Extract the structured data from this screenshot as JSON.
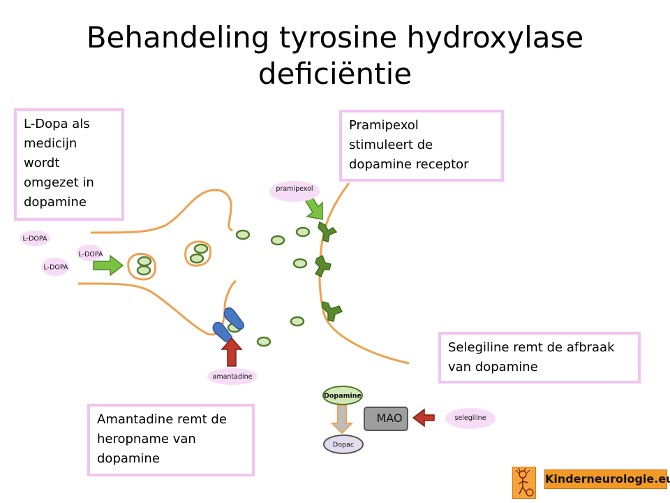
{
  "title": {
    "line1": "Behandeling tyrosine hydroxylase",
    "line2": "deficiëntie"
  },
  "callouts": {
    "ldopa": [
      "L-Dopa als",
      "medicijn",
      "wordt",
      "omgezet in",
      "dopamine"
    ],
    "pramipexol": [
      "Pramipexol",
      "stimuleert de",
      "dopamine receptor"
    ],
    "selegiline": [
      "Selegiline remt de afbraak",
      "van dopamine"
    ],
    "amantadine": [
      "Amantadine remt de",
      "heropname van",
      "dopamine"
    ]
  },
  "labels": {
    "ldopa_1": "L-DOPA",
    "ldopa_2": "L-DOPA",
    "ldopa_3": "L-DOPA",
    "pramipexol": "pramipexol",
    "amantadine": "amantadine",
    "dopamine": "Dopamine",
    "dopac": "Dopac",
    "mao": "MAO",
    "selegiline": "selegiline"
  },
  "logo": {
    "text": "Kinderneurologie.eu"
  },
  "colors": {
    "membrane": "#f0a050",
    "vesicle_fill": "#d4e8b8",
    "vesicle_stroke": "#4f7a2a",
    "receptor": "#5a8a2e",
    "transporter": "#4a78c0",
    "arrow_green": "#7cc142",
    "arrow_red": "#c0392b",
    "callout_border": "#f2c4f0",
    "label_bubble": "#f7dcf7",
    "logo_orange": "#f29a25"
  }
}
